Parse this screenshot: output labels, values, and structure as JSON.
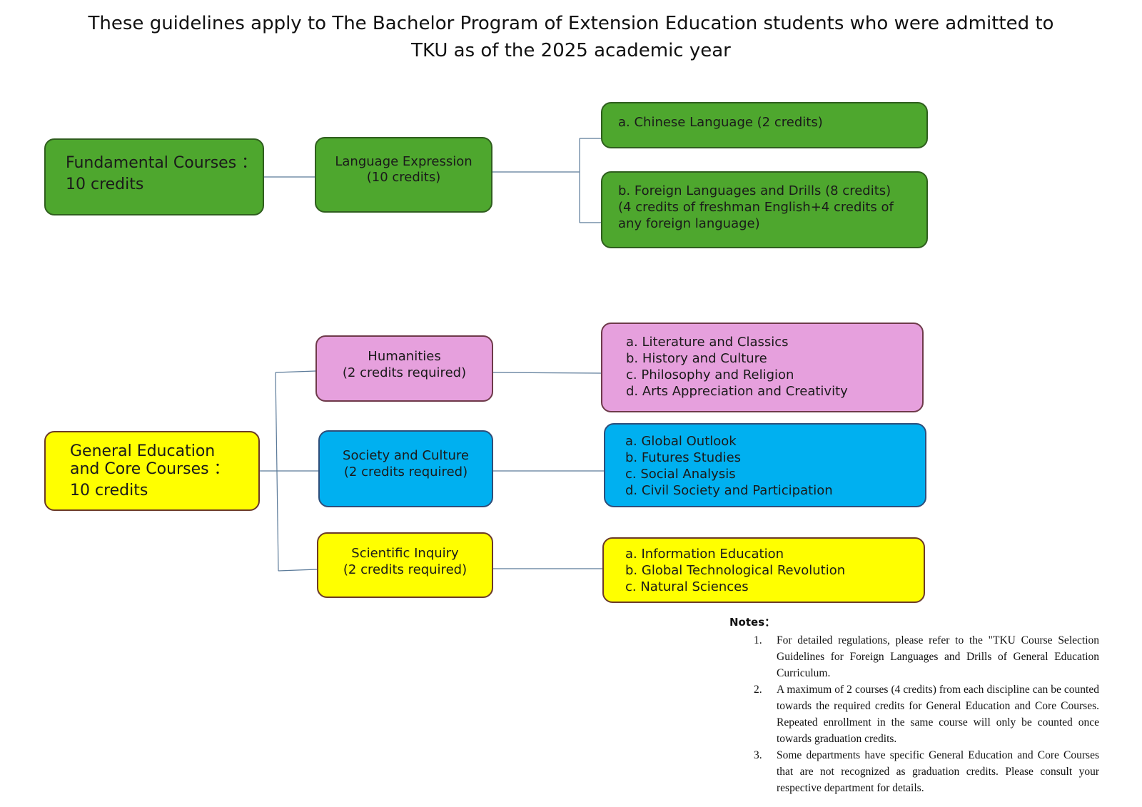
{
  "title": {
    "line1": "These guidelines apply to The Bachelor Program of Extension Education students who were admitted to",
    "line2": "TKU as of the 2025 academic year"
  },
  "colors": {
    "green": "#4ea72e",
    "pink": "#e6a0dd",
    "blue": "#00b0f0",
    "yellow": "#ffff00",
    "connector": "#5b7a99"
  },
  "fundamental": {
    "root": {
      "line1": "Fundamental Courses ：",
      "line2": "10 credits"
    },
    "language_expression": {
      "line1": "Language Expression",
      "line2": "(10 credits)"
    },
    "chinese": {
      "line1": "a. Chinese Language (2 credits)"
    },
    "foreign": {
      "line1": "b. Foreign Languages and Drills (8 credits)",
      "line2": "(4 credits of freshman English+4 credits of",
      "line3": "any foreign language)"
    }
  },
  "general": {
    "root": {
      "line1": "General Education",
      "line2": "and Core Courses ：",
      "line3": "10 credits"
    },
    "humanities": {
      "line1": "Humanities",
      "line2": "(2 credits required)",
      "items": [
        "a. Literature and Classics",
        "b. History and Culture",
        "c. Philosophy and Religion",
        "d. Arts Appreciation and Creativity"
      ]
    },
    "society": {
      "line1": "Society and Culture",
      "line2": "(2 credits required)",
      "items": [
        "a. Global Outlook",
        "b. Futures Studies",
        "c. Social Analysis",
        "d. Civil Society and Participation"
      ]
    },
    "scientific": {
      "line1": "Scientific Inquiry",
      "line2": "(2 credits required)",
      "items": [
        "a. Information Education",
        "b. Global Technological Revolution",
        "c. Natural Sciences"
      ]
    }
  },
  "notes": {
    "title": "Notes：",
    "items": [
      {
        "num": "1.",
        "text": "For detailed regulations, please refer to the \"TKU Course Selection Guidelines for Foreign Languages and Drills of General Education Curriculum."
      },
      {
        "num": "2.",
        "text": "A maximum of 2 courses (4 credits) from each discipline can be counted towards the required credits for General Education and Core Courses. Repeated enrollment in the same course will only be counted once towards graduation credits."
      },
      {
        "num": "3.",
        "text": "Some departments have specific General Education and Core Courses that are not recognized as graduation credits. Please consult your respective department for details."
      }
    ]
  }
}
